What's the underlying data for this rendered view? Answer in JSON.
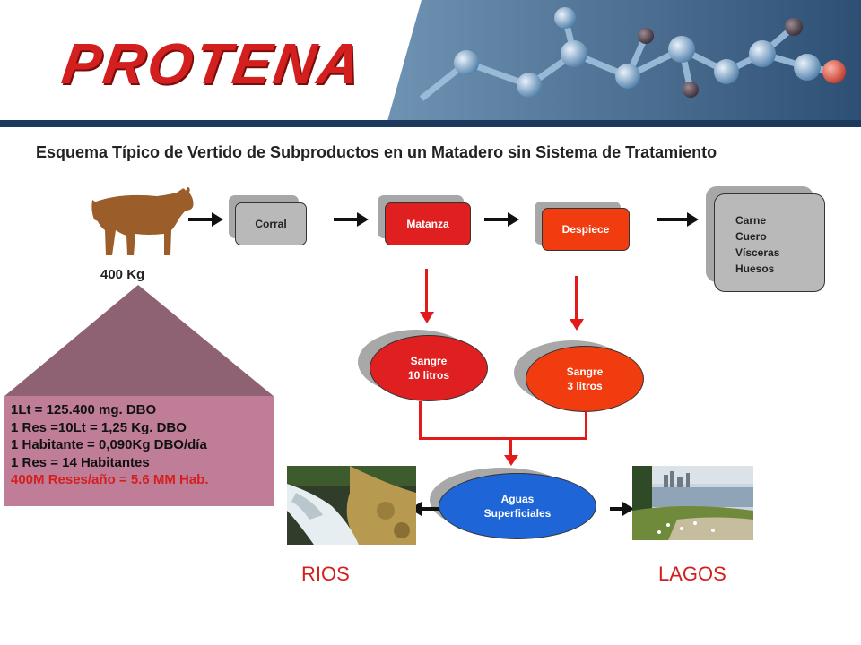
{
  "header": {
    "logo_text": "PROTENA"
  },
  "title": "Esquema Típico de Vertido de Subproductos en un Matadero sin Sistema de Tratamiento",
  "animal": {
    "weight_label": "400 Kg"
  },
  "steps": [
    {
      "label": "Corral"
    },
    {
      "label": "Matanza"
    },
    {
      "label": "Despiece"
    }
  ],
  "products": [
    "Carne",
    "Cuero",
    "Vísceras",
    "Huesos"
  ],
  "blood": [
    {
      "line1": "Sangre",
      "line2": "10 litros"
    },
    {
      "line1": "Sangre",
      "line2": "3 litros"
    }
  ],
  "water": {
    "line1": "Aguas",
    "line2": "Superficiales"
  },
  "info": {
    "lines": [
      "1Lt = 125.400 mg. DBO",
      "1 Res =10Lt = 1,25 Kg. DBO",
      "1 Habitante = 0,090Kg DBO/día",
      "1 Res = 14 Habitantes"
    ],
    "highlight": "400M Reses/año = 5.6 MM Hab."
  },
  "destinations": {
    "left": "RIOS",
    "right": "LAGOS"
  },
  "colors": {
    "brand_red": "#d41f1f",
    "step_red": "#e02020",
    "orange_red": "#f03c0f",
    "blue": "#1e66d8",
    "triangle": "#8e6273",
    "infobox": "#c07d97",
    "cow_brown": "#9b5d2a"
  }
}
